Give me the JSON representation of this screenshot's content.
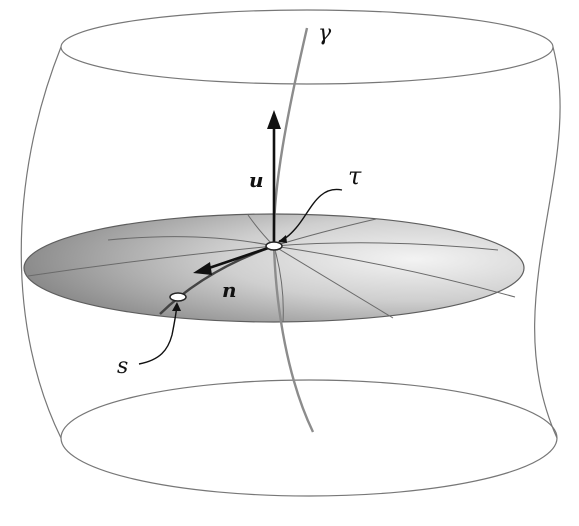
{
  "labels": {
    "gamma": "γ",
    "u": "u",
    "tau": "τ",
    "n": "n",
    "s": "s"
  },
  "colors": {
    "outline": "#777777",
    "disc_light": "#f2f2f2",
    "disc_mid": "#c6c6c6",
    "disc_dark": "#7f7f7f",
    "radial_lines": "#6a6a6a",
    "curve": "#8c8c8c",
    "arrow": "#111111",
    "point_fill": "#ffffff"
  }
}
